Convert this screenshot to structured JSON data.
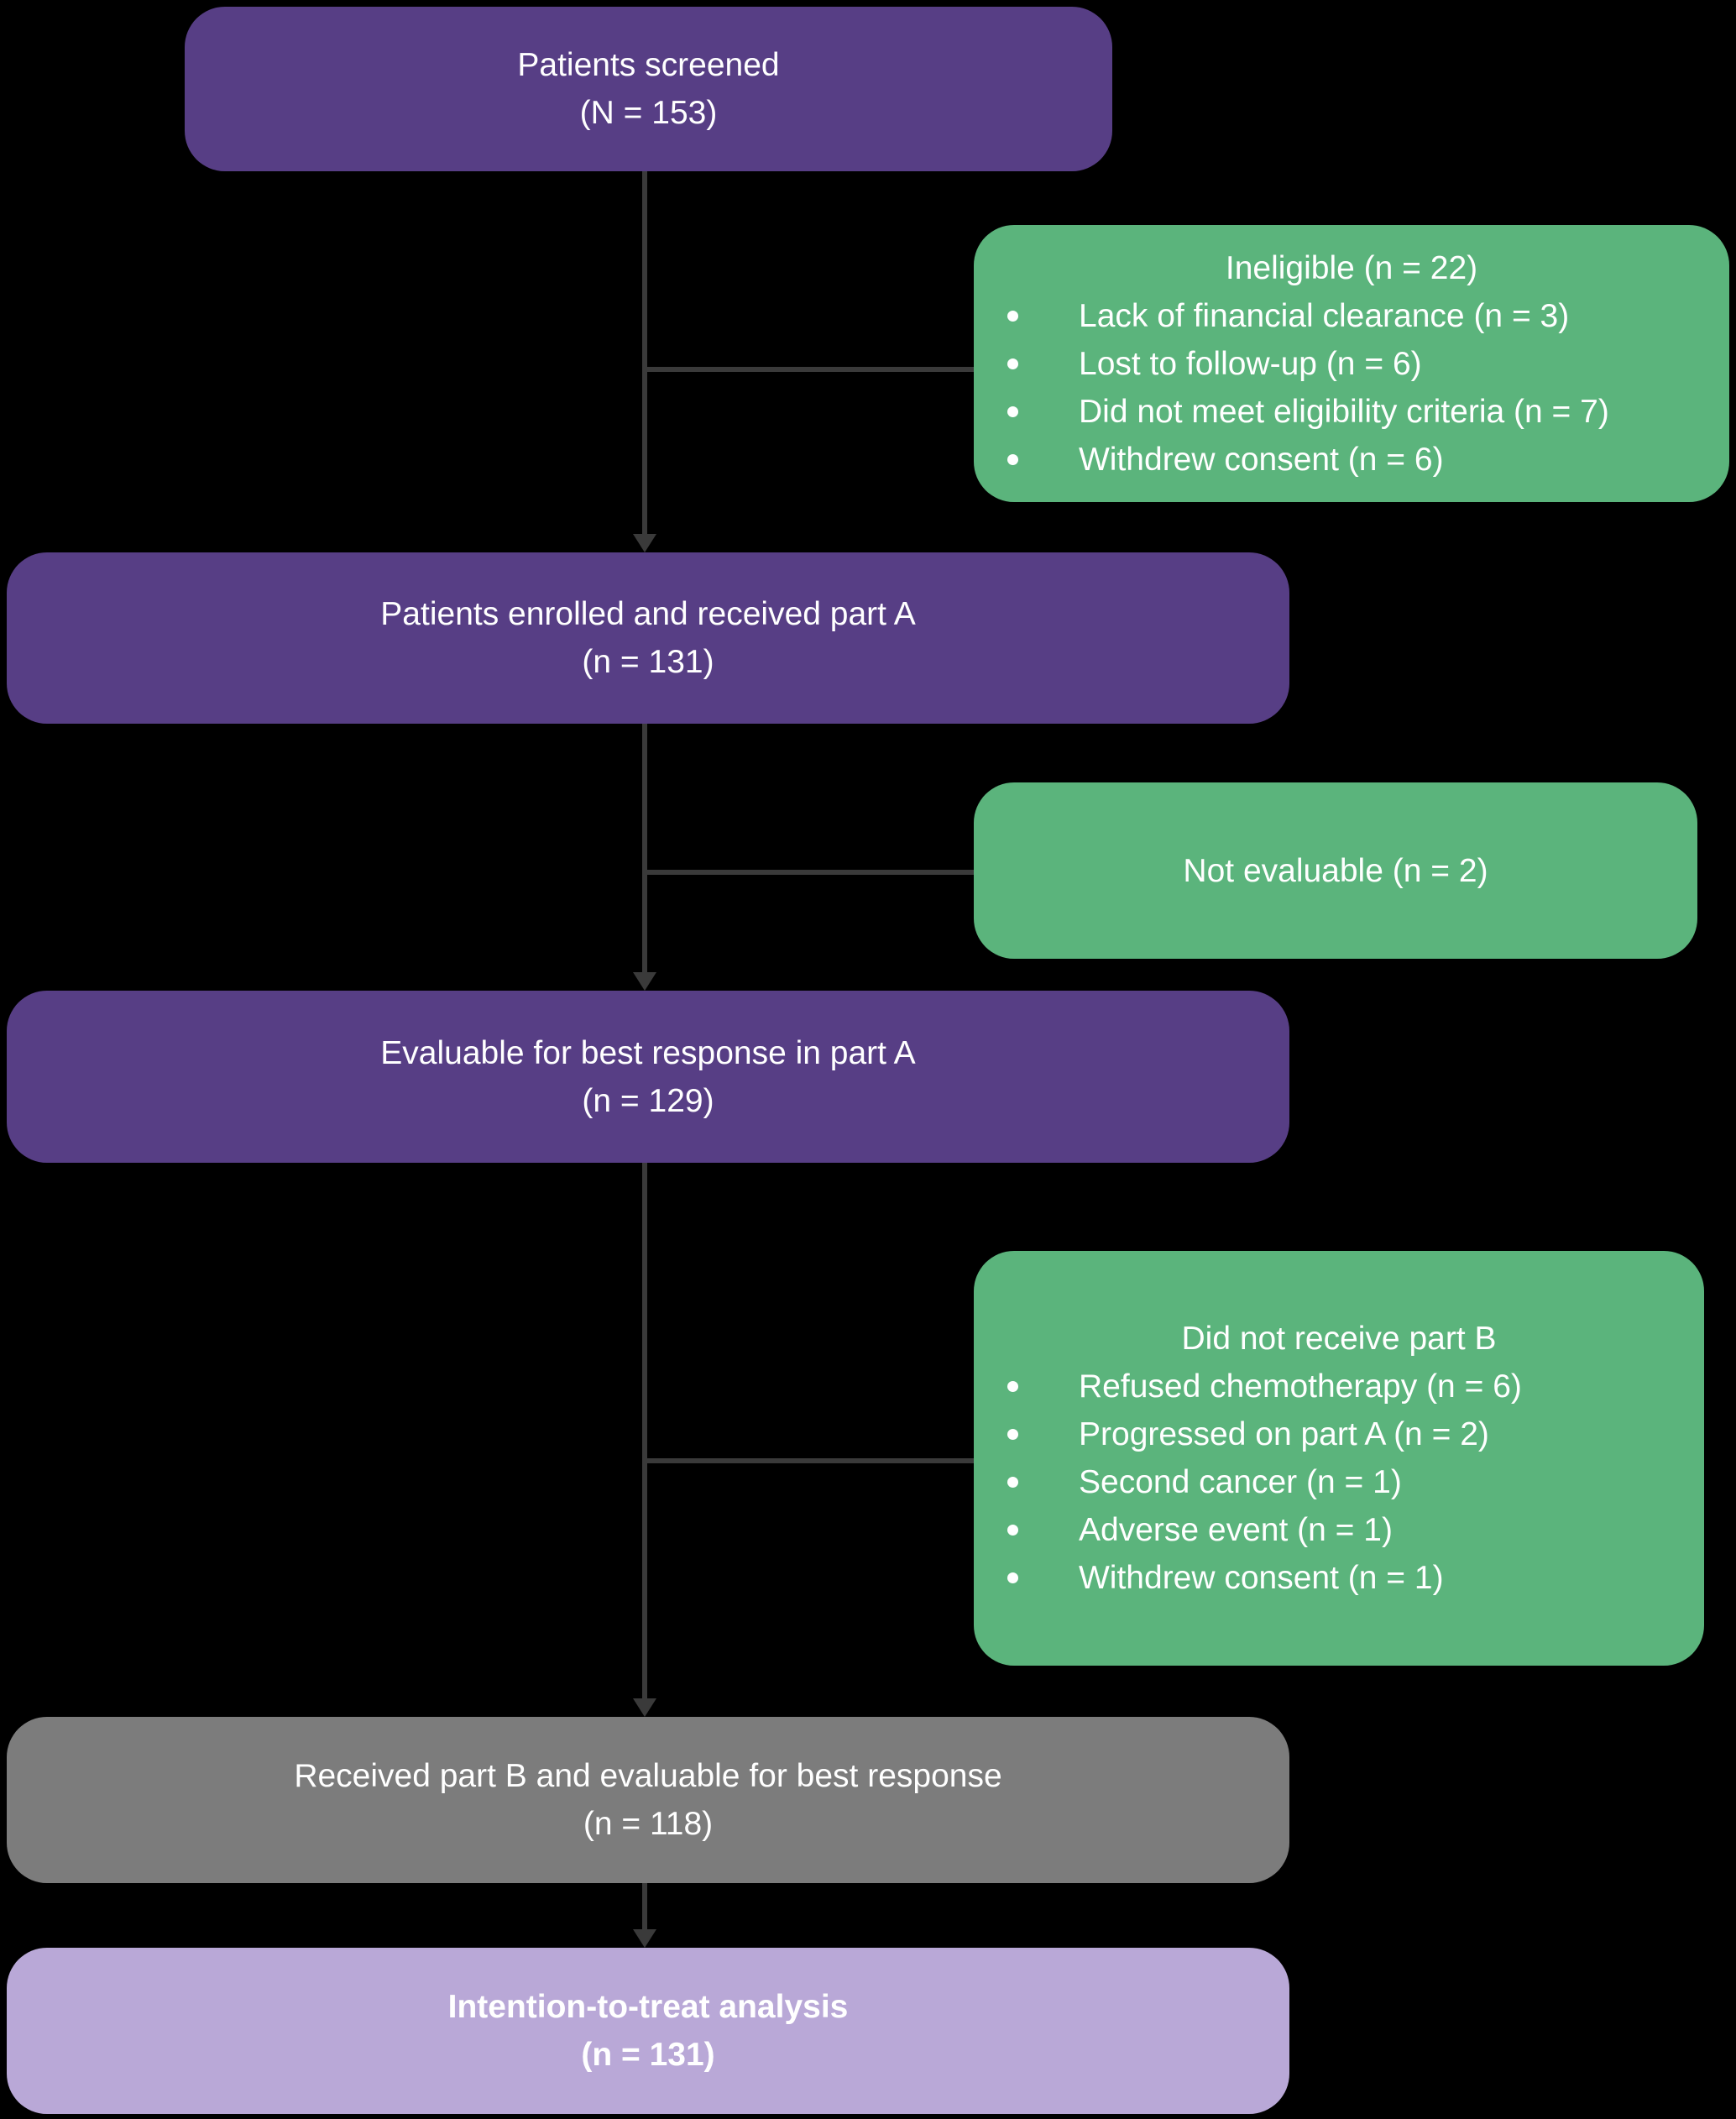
{
  "flowchart": {
    "background": "#000000",
    "colors": {
      "primary_box": "#573E85",
      "side_box": "#5BB47C",
      "neutral_box": "#7C7C7C",
      "final_box": "#B9A8D7",
      "connector": "#3A3A3A",
      "text": "#FFFFFF"
    },
    "main_boxes": [
      {
        "title": "Patients screened",
        "count": "(N = 153)"
      },
      {
        "title": "Patients enrolled and received part A",
        "count": "(n = 131)"
      },
      {
        "title": "Evaluable for best response in part A",
        "count": "(n = 129)"
      },
      {
        "title": "Received part B and evaluable for best response",
        "count": "(n = 118)"
      },
      {
        "title": "Intention-to-treat analysis",
        "count": "(n = 131)"
      }
    ],
    "side_boxes": [
      {
        "title": "Ineligible (n = 22)",
        "items": [
          "Lack of financial clearance (n = 3)",
          "Lost to follow-up (n = 6)",
          "Did not meet eligibility criteria (n = 7)",
          "Withdrew consent (n = 6)"
        ]
      },
      {
        "title": "Not evaluable (n = 2)",
        "items": []
      },
      {
        "title": "Did not receive part B",
        "items": [
          "Refused chemotherapy (n = 6)",
          "Progressed on part A (n = 2)",
          "Second cancer (n = 1)",
          "Adverse event (n = 1)",
          "Withdrew consent (n = 1)"
        ]
      }
    ]
  }
}
